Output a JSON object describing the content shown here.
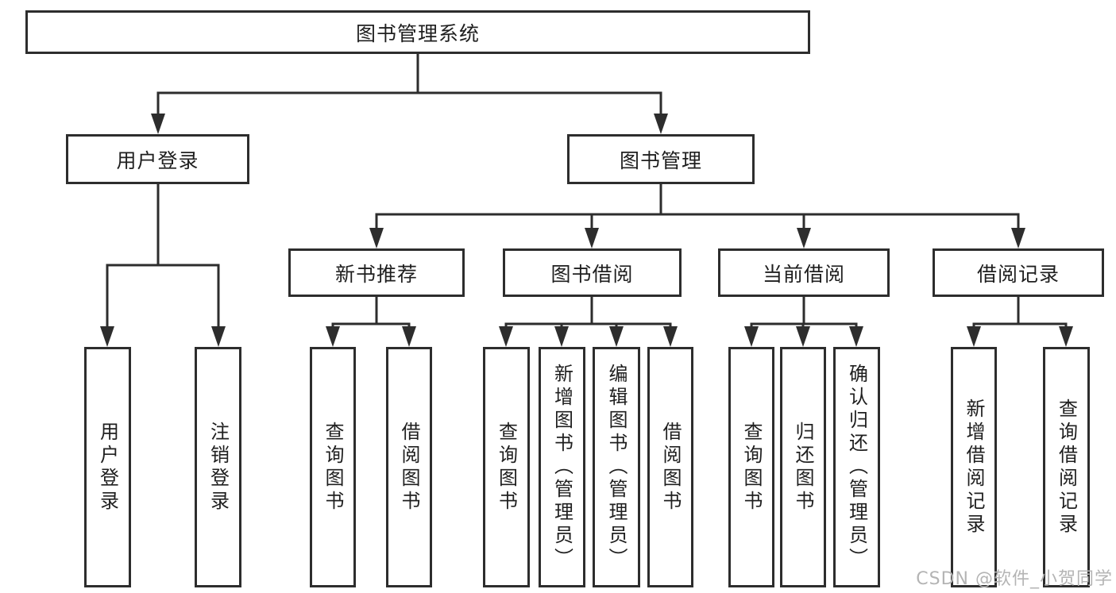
{
  "tree": {
    "root": {
      "label": "图书管理系统"
    },
    "branches": [
      {
        "label": "用户登录",
        "children": [
          "用户登录",
          "注销登录"
        ]
      },
      {
        "label": "图书管理",
        "groups": [
          {
            "label": "新书推荐",
            "children": [
              "查询图书",
              "借阅图书"
            ]
          },
          {
            "label": "图书借阅",
            "children": [
              "查询图书",
              "新增图书（管理员）",
              "编辑图书（管理员）",
              "借阅图书"
            ]
          },
          {
            "label": "当前借阅",
            "children": [
              "查询图书",
              "归还图书",
              "确认归还（管理员）"
            ]
          },
          {
            "label": "借阅记录",
            "children": [
              "新增借阅记录",
              "查询借阅记录"
            ]
          }
        ]
      }
    ]
  },
  "watermark": "CSDN @软件_小贺同学",
  "colors": {
    "line": "#2d2d2d",
    "text": "#1f1f1f",
    "watermark_color": "#b4b4b4",
    "background": "#ffffff"
  }
}
